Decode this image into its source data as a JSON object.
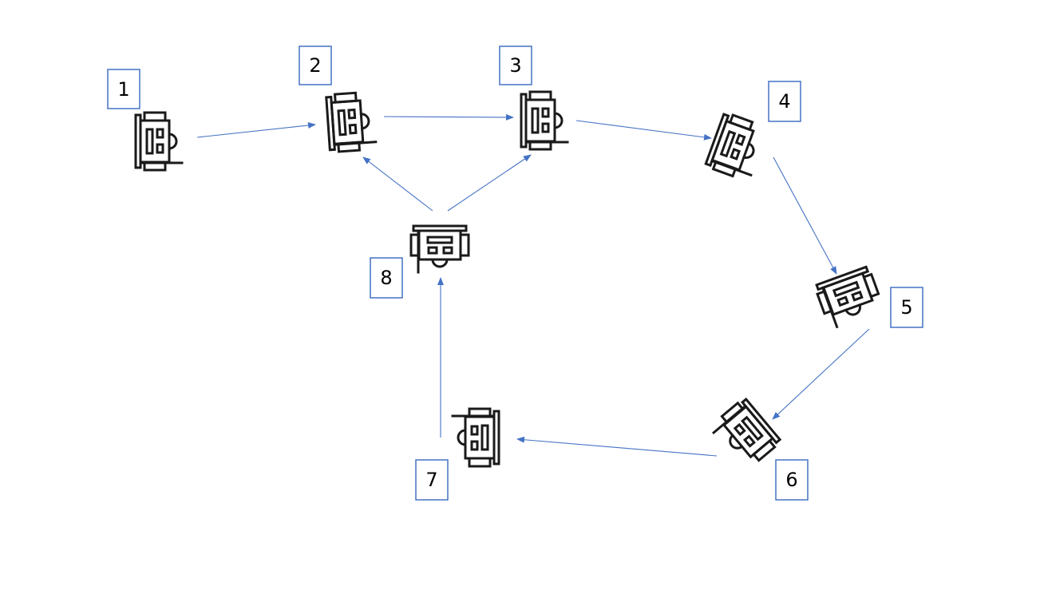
{
  "colors": {
    "edge": "#4472c4",
    "label_box": "#4472c4",
    "icon": "#1a1a1a"
  },
  "icon_name": "robot-vacuum-icon",
  "nodes": [
    {
      "id": "1",
      "label": "1"
    },
    {
      "id": "2",
      "label": "2"
    },
    {
      "id": "3",
      "label": "3"
    },
    {
      "id": "4",
      "label": "4"
    },
    {
      "id": "5",
      "label": "5"
    },
    {
      "id": "6",
      "label": "6"
    },
    {
      "id": "7",
      "label": "7"
    },
    {
      "id": "8",
      "label": "8"
    }
  ],
  "edges": [
    {
      "from": "1",
      "to": "2"
    },
    {
      "from": "2",
      "to": "3"
    },
    {
      "from": "3",
      "to": "4"
    },
    {
      "from": "4",
      "to": "5"
    },
    {
      "from": "5",
      "to": "6"
    },
    {
      "from": "6",
      "to": "7"
    },
    {
      "from": "7",
      "to": "8"
    },
    {
      "from": "8",
      "to": "2"
    },
    {
      "from": "8",
      "to": "3"
    }
  ]
}
